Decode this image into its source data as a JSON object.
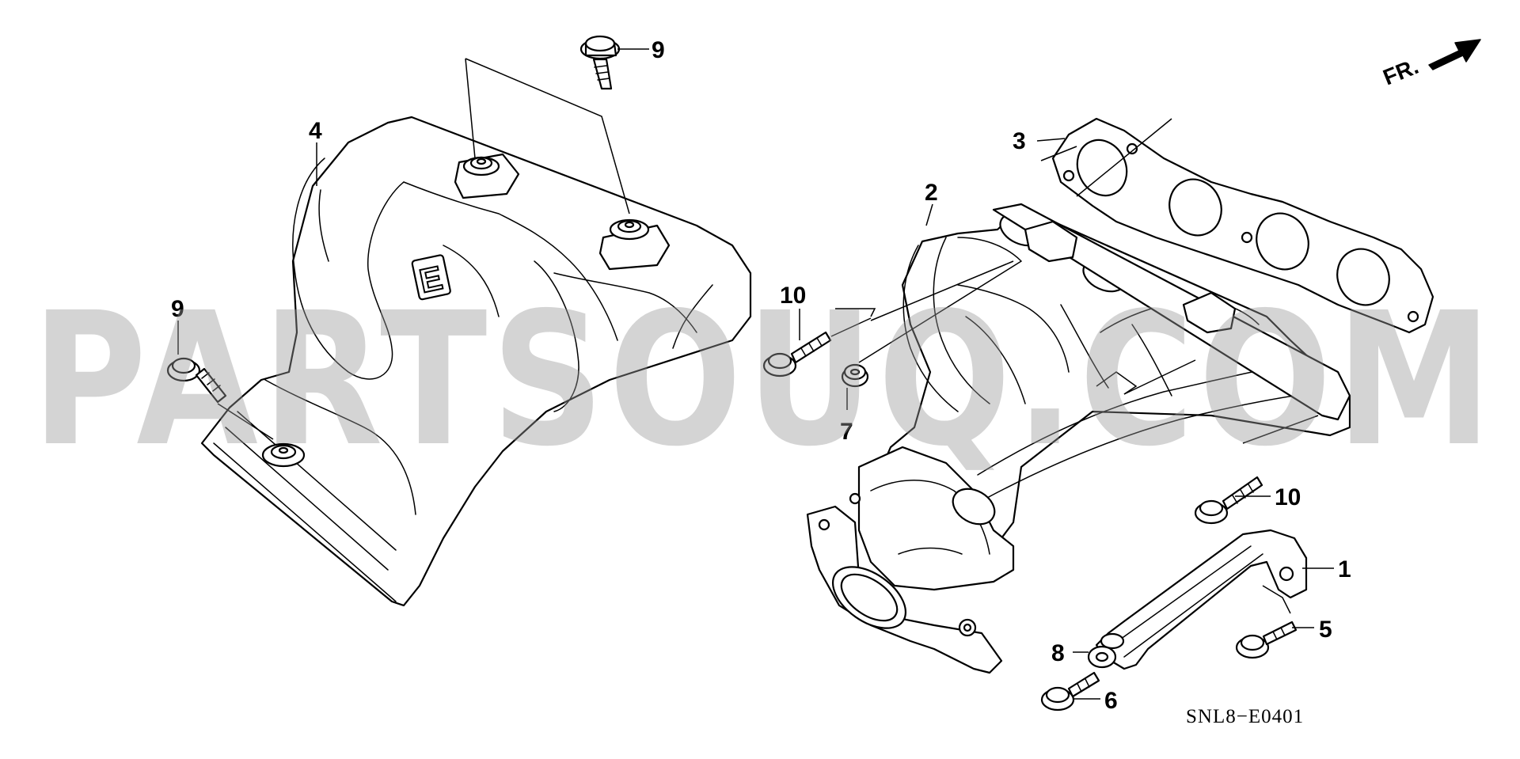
{
  "diagram": {
    "watermark": "PARTSOUQ.COM",
    "diagram_code": "SNL8−E0401",
    "direction_indicator": {
      "label": "FR.",
      "icon": "arrow-right-icon"
    },
    "shield_mark": "E",
    "callouts": [
      {
        "id": "c1",
        "number": "1"
      },
      {
        "id": "c2",
        "number": "2"
      },
      {
        "id": "c3",
        "number": "3"
      },
      {
        "id": "c4",
        "number": "4"
      },
      {
        "id": "c5",
        "number": "5"
      },
      {
        "id": "c6",
        "number": "6"
      },
      {
        "id": "c7",
        "number": "7"
      },
      {
        "id": "c8",
        "number": "8"
      },
      {
        "id": "c9a",
        "number": "9"
      },
      {
        "id": "c9b",
        "number": "9"
      },
      {
        "id": "c10a",
        "number": "10"
      },
      {
        "id": "c10b",
        "number": "10"
      }
    ]
  }
}
